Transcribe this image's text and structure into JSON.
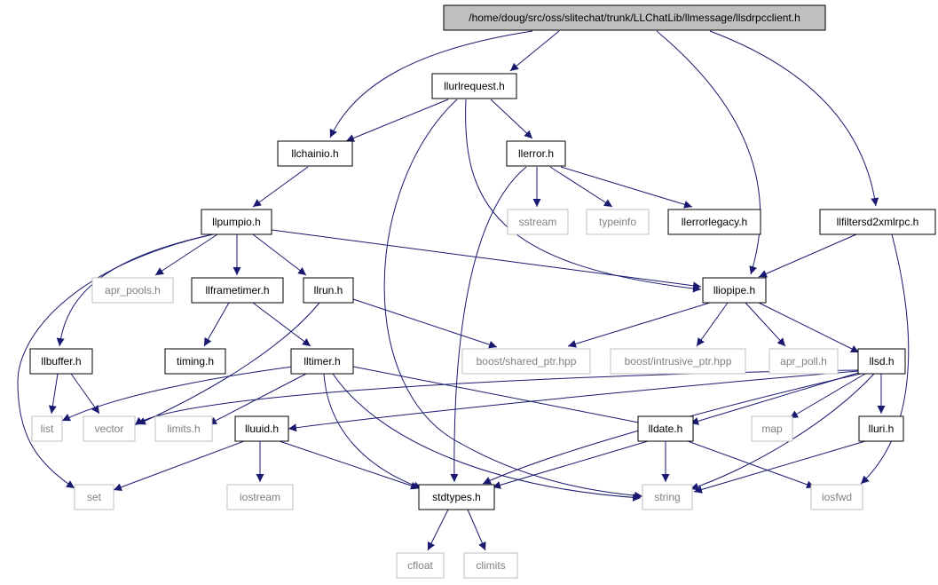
{
  "diagram": {
    "kind": "include-dependency-graph",
    "colors": {
      "edge": "#191970",
      "box": "#000000",
      "external_box": "#bfbfbf",
      "external_text": "#808080",
      "root_fill": "#bfbfbf"
    },
    "nodes": [
      {
        "id": "root",
        "label": "/home/doug/src/oss/slitechat/trunk/LLChatLib/llmessage/llsdrpcclient.h",
        "kind": "root"
      },
      {
        "id": "llurlrequest",
        "label": "llurlrequest.h",
        "kind": "local"
      },
      {
        "id": "llchainio",
        "label": "llchainio.h",
        "kind": "local"
      },
      {
        "id": "llerror",
        "label": "llerror.h",
        "kind": "local"
      },
      {
        "id": "llpumpio",
        "label": "llpumpio.h",
        "kind": "local"
      },
      {
        "id": "sstream",
        "label": "sstream",
        "kind": "external"
      },
      {
        "id": "typeinfo",
        "label": "typeinfo",
        "kind": "external"
      },
      {
        "id": "llerrorlegacy",
        "label": "llerrorlegacy.h",
        "kind": "local"
      },
      {
        "id": "llfiltersd2xmlrpc",
        "label": "llfiltersd2xmlrpc.h",
        "kind": "local"
      },
      {
        "id": "apr_pools",
        "label": "apr_pools.h",
        "kind": "external"
      },
      {
        "id": "llframetimer",
        "label": "llframetimer.h",
        "kind": "local"
      },
      {
        "id": "llrun",
        "label": "llrun.h",
        "kind": "local"
      },
      {
        "id": "lliopipe",
        "label": "lliopipe.h",
        "kind": "local"
      },
      {
        "id": "llbuffer",
        "label": "llbuffer.h",
        "kind": "local"
      },
      {
        "id": "timing",
        "label": "timing.h",
        "kind": "local"
      },
      {
        "id": "lltimer",
        "label": "lltimer.h",
        "kind": "local"
      },
      {
        "id": "shared_ptr",
        "label": "boost/shared_ptr.hpp",
        "kind": "external"
      },
      {
        "id": "intrusive_ptr",
        "label": "boost/intrusive_ptr.hpp",
        "kind": "external"
      },
      {
        "id": "apr_poll",
        "label": "apr_poll.h",
        "kind": "external"
      },
      {
        "id": "llsd",
        "label": "llsd.h",
        "kind": "local"
      },
      {
        "id": "list",
        "label": "list",
        "kind": "external"
      },
      {
        "id": "vector",
        "label": "vector",
        "kind": "external"
      },
      {
        "id": "limits_h",
        "label": "limits.h",
        "kind": "external"
      },
      {
        "id": "lluuid",
        "label": "lluuid.h",
        "kind": "local"
      },
      {
        "id": "lldate",
        "label": "lldate.h",
        "kind": "local"
      },
      {
        "id": "map",
        "label": "map",
        "kind": "external"
      },
      {
        "id": "lluri",
        "label": "lluri.h",
        "kind": "local"
      },
      {
        "id": "set",
        "label": "set",
        "kind": "external"
      },
      {
        "id": "iostream",
        "label": "iostream",
        "kind": "external"
      },
      {
        "id": "stdtypes",
        "label": "stdtypes.h",
        "kind": "local"
      },
      {
        "id": "string",
        "label": "string",
        "kind": "external"
      },
      {
        "id": "iosfwd",
        "label": "iosfwd",
        "kind": "external"
      },
      {
        "id": "cfloat",
        "label": "cfloat",
        "kind": "external"
      },
      {
        "id": "climits",
        "label": "climits",
        "kind": "external"
      }
    ],
    "edges": [
      [
        "root",
        "llurlrequest"
      ],
      [
        "root",
        "llchainio"
      ],
      [
        "root",
        "lliopipe"
      ],
      [
        "root",
        "llfiltersd2xmlrpc"
      ],
      [
        "llurlrequest",
        "llchainio"
      ],
      [
        "llurlrequest",
        "llerror"
      ],
      [
        "llurlrequest",
        "lliopipe"
      ],
      [
        "llurlrequest",
        "string"
      ],
      [
        "llurlrequest",
        "stdtypes"
      ],
      [
        "llchainio",
        "llpumpio"
      ],
      [
        "llerror",
        "sstream"
      ],
      [
        "llerror",
        "typeinfo"
      ],
      [
        "llerror",
        "llerrorlegacy"
      ],
      [
        "llerror",
        "stdtypes"
      ],
      [
        "llfiltersd2xmlrpc",
        "lliopipe"
      ],
      [
        "llfiltersd2xmlrpc",
        "iosfwd"
      ],
      [
        "llpumpio",
        "set"
      ],
      [
        "llpumpio",
        "llbuffer"
      ],
      [
        "llpumpio",
        "apr_pools"
      ],
      [
        "llpumpio",
        "llframetimer"
      ],
      [
        "llpumpio",
        "llrun"
      ],
      [
        "llpumpio",
        "lliopipe"
      ],
      [
        "llframetimer",
        "timing"
      ],
      [
        "llframetimer",
        "lltimer"
      ],
      [
        "llrun",
        "vector"
      ],
      [
        "llrun",
        "shared_ptr"
      ],
      [
        "lliopipe",
        "shared_ptr"
      ],
      [
        "lliopipe",
        "intrusive_ptr"
      ],
      [
        "lliopipe",
        "apr_poll"
      ],
      [
        "lliopipe",
        "llsd"
      ],
      [
        "llbuffer",
        "list"
      ],
      [
        "llbuffer",
        "vector"
      ],
      [
        "lltimer",
        "list"
      ],
      [
        "lltimer",
        "limits_h"
      ],
      [
        "lltimer",
        "lldate"
      ],
      [
        "lltimer",
        "stdtypes"
      ],
      [
        "lltimer",
        "string"
      ],
      [
        "llsd",
        "vector"
      ],
      [
        "llsd",
        "lluuid"
      ],
      [
        "llsd",
        "lldate"
      ],
      [
        "llsd",
        "map"
      ],
      [
        "llsd",
        "lluri"
      ],
      [
        "llsd",
        "string"
      ],
      [
        "llsd",
        "stdtypes"
      ],
      [
        "lluuid",
        "set"
      ],
      [
        "lluuid",
        "iostream"
      ],
      [
        "lluuid",
        "stdtypes"
      ],
      [
        "lldate",
        "stdtypes"
      ],
      [
        "lldate",
        "string"
      ],
      [
        "lldate",
        "iosfwd"
      ],
      [
        "lluri",
        "string"
      ],
      [
        "stdtypes",
        "cfloat"
      ],
      [
        "stdtypes",
        "climits"
      ]
    ]
  }
}
